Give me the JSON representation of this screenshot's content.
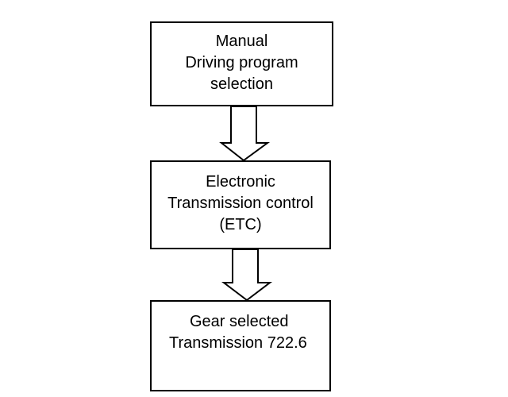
{
  "diagram": {
    "boxes": [
      {
        "lines": [
          "Manual",
          "Driving program",
          "selection"
        ]
      },
      {
        "lines": [
          "Electronic",
          "Transmission control",
          "(ETC)"
        ]
      },
      {
        "lines": [
          "Gear selected",
          "Transmission 722.6"
        ]
      }
    ],
    "colors": {
      "stroke": "#000000",
      "fill": "#ffffff"
    }
  }
}
